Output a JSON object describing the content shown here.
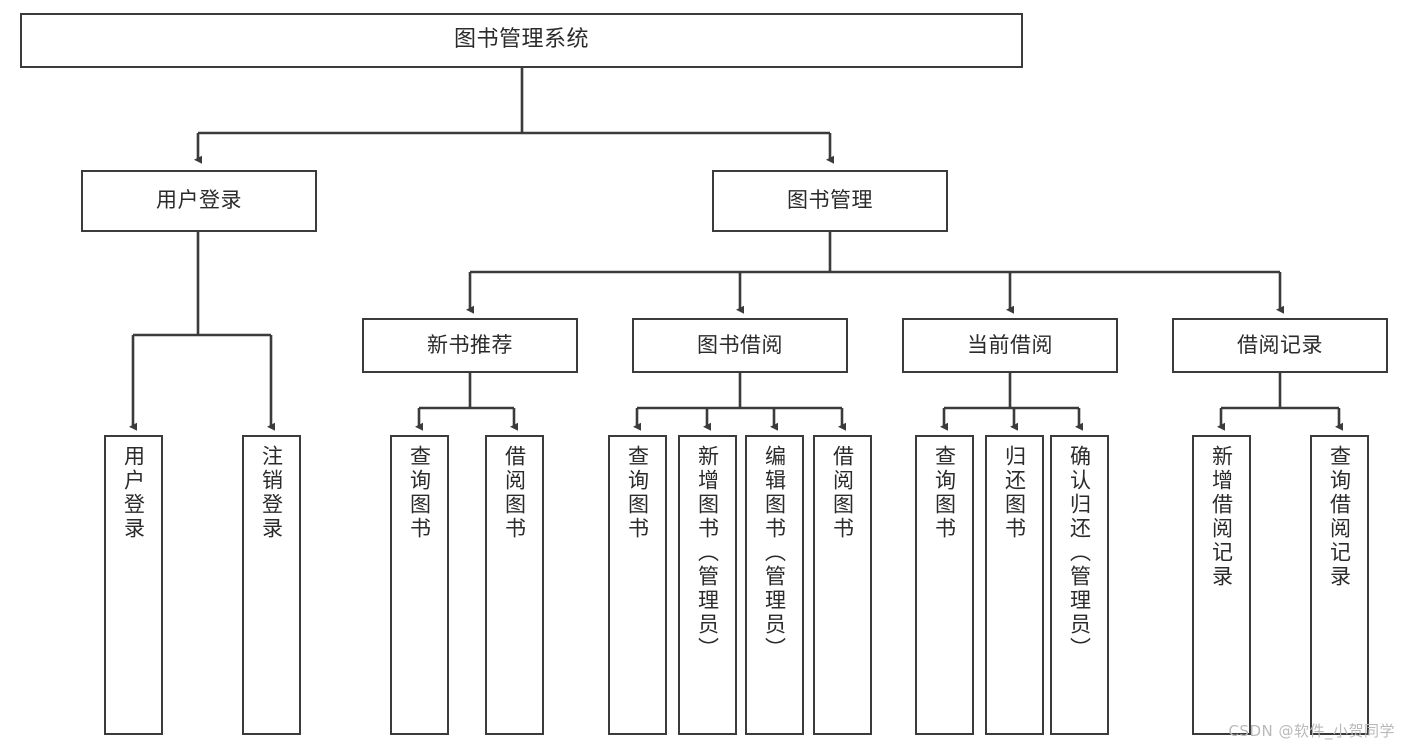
{
  "diagram": {
    "title": "图书管理系统",
    "type": "tree",
    "orientation": "top-down",
    "colors": {
      "box_border": "#3b3b3b",
      "box_fill": "#ffffff",
      "connector": "#3b3b3b",
      "text": "#2b2b2b",
      "watermark": "#b9b9b9",
      "background": "#ffffff"
    },
    "root": {
      "id": "root",
      "label": "图书管理系统"
    },
    "level2": [
      {
        "id": "user-login",
        "label": "用户登录"
      },
      {
        "id": "book-manage",
        "label": "图书管理"
      }
    ],
    "level3": [
      {
        "id": "new-book-recommend",
        "label": "新书推荐",
        "parent": "book-manage"
      },
      {
        "id": "book-borrow",
        "label": "图书借阅",
        "parent": "book-manage"
      },
      {
        "id": "current-borrow",
        "label": "当前借阅",
        "parent": "book-manage"
      },
      {
        "id": "borrow-record",
        "label": "借阅记录",
        "parent": "book-manage"
      }
    ],
    "leaves": [
      {
        "id": "leaf-user-login",
        "label": "用户登录",
        "parent": "user-login"
      },
      {
        "id": "leaf-logout-login",
        "label": "注销登录",
        "parent": "user-login"
      },
      {
        "id": "leaf-query-book-1",
        "label": "查询图书",
        "parent": "new-book-recommend"
      },
      {
        "id": "leaf-borrow-book-1",
        "label": "借阅图书",
        "parent": "new-book-recommend"
      },
      {
        "id": "leaf-query-book-2",
        "label": "查询图书",
        "parent": "book-borrow"
      },
      {
        "id": "leaf-add-book",
        "label": "新增图书（管理员）",
        "parent": "book-borrow"
      },
      {
        "id": "leaf-edit-book",
        "label": "编辑图书（管理员）",
        "parent": "book-borrow"
      },
      {
        "id": "leaf-borrow-book-2",
        "label": "借阅图书",
        "parent": "book-borrow"
      },
      {
        "id": "leaf-query-book-3",
        "label": "查询图书",
        "parent": "current-borrow"
      },
      {
        "id": "leaf-return-book",
        "label": "归还图书",
        "parent": "current-borrow"
      },
      {
        "id": "leaf-confirm-return",
        "label": "确认归还（管理员）",
        "parent": "current-borrow"
      },
      {
        "id": "leaf-add-record",
        "label": "新增借阅记录",
        "parent": "borrow-record"
      },
      {
        "id": "leaf-query-record",
        "label": "查询借阅记录",
        "parent": "borrow-record"
      }
    ]
  },
  "watermark": {
    "text": "CSDN @软件_小贺同学"
  }
}
